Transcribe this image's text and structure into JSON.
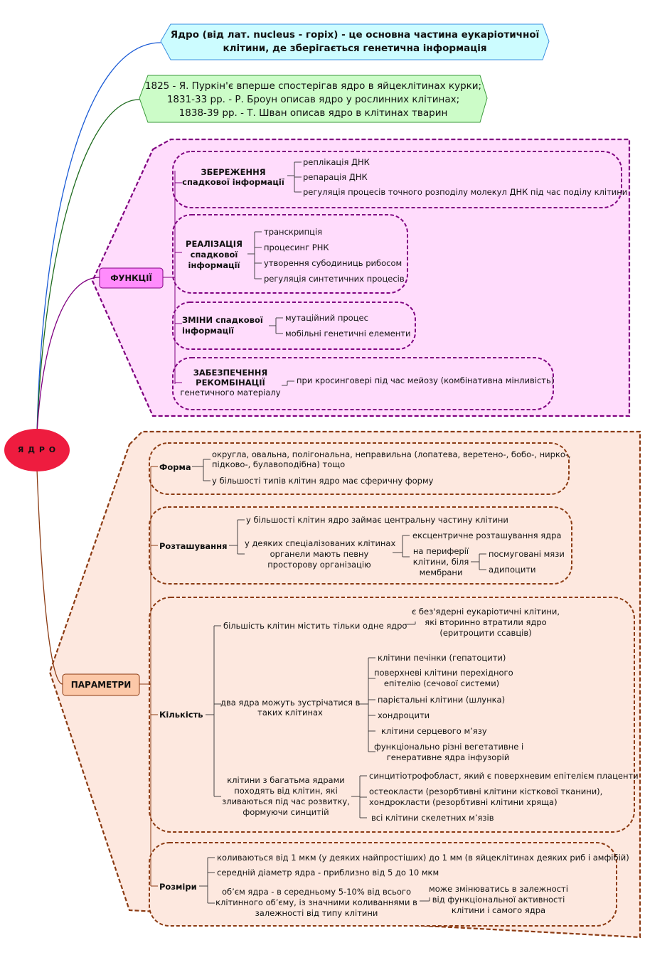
{
  "root": {
    "label": "Я Д Р О"
  },
  "definition": {
    "line1": "Ядро (від лат. nucleus - горіх) - це основна частина еукаріотичної",
    "line2": "клітини, де зберігається генетична інформація"
  },
  "history": {
    "line1": "1825 - Я. Пуркін'є вперше спостерігав ядро в яйцеклітинах курки;",
    "line2": "1831-33 рр. - Р. Броун описав ядро у рослинних клітинах;",
    "line3": "1838-39 рр. - Т. Шван описав ядро в клітинах тварин"
  },
  "functions": {
    "label": "ФУНКЦІЇ",
    "storage": {
      "title1": "ЗБЕРЕЖЕННЯ",
      "title2": "спадкової інформації",
      "items": [
        "реплікація ДНК",
        "репарація ДНК",
        "регуляція процесів точного розподілу молекул ДНК під час поділу клітини"
      ]
    },
    "realization": {
      "title1": "РЕАЛІЗАЦІЯ",
      "title2": "спадкової",
      "title3": "інформації",
      "items": [
        "транскрипція",
        "процесинг РНК",
        "утворення субодиниць рибосом",
        "регуляція синтетичних процесів"
      ]
    },
    "changes": {
      "title1": "ЗМІНИ спадкової",
      "title2": "інформації",
      "items": [
        "мутаційний процес",
        "мобільні генетичні елементи"
      ]
    },
    "recombination": {
      "title1": "ЗАБЕЗПЕЧЕННЯ",
      "title2": "РЕКОМБІНАЦІЇ",
      "title3": "генетичного матеріалу",
      "items": [
        "при кросинговері під час мейозу (комбінативна мінливість)"
      ]
    }
  },
  "parameters": {
    "label": "ПАРАМЕТРИ",
    "shape": {
      "label": "Форма",
      "item1_line1": "округла, овальна, полігональна, неправильна (лопатева, веретено-, бобо-, нирко-,",
      "item1_line2": "підково-, булавоподібна) тощо",
      "item2": "у більшості типів клітин ядро має сферичну форму"
    },
    "location": {
      "label": "Розташування",
      "item1": "у більшості клітин ядро займає центральну частину клітини",
      "item2_line1": "у деяких спеціалізованих клітинах",
      "item2_line2": "органели мають певну",
      "item2_line3": "просторову організацію",
      "eccentric": "ексцентричне розташування ядра",
      "periphery_line1": "на периферії",
      "periphery_line2": "клітини, біля",
      "periphery_line3": "мембрани",
      "striated": "посмуговані мязи",
      "adipocytes": "адипоцити"
    },
    "count": {
      "label": "Кількість",
      "one": "більшість клітин містить тільки одне ядро",
      "anuclear_line1": "є без'ядерні еукаріотичні клітини,",
      "anuclear_line2": "які вторинно втратили ядро",
      "anuclear_line3": "(еритроцити ссавців)",
      "two_line1": "два ядра можуть зустрічатися в",
      "two_line2": "таких клітинах",
      "two_items": {
        "hepatocytes": "клітини печінки (гепатоцити)",
        "epithelium_line1": "поверхневі клітини перехідного",
        "epithelium_line2": "епітелію (сечової системи)",
        "parietal": "парієтальні клітини (шлунка)",
        "chondrocytes": "хондроцити",
        "heart": "клітини серцевого м’язу",
        "infusoria_line1": "функціонально різні вегетативне і",
        "infusoria_line2": "генеративне ядра інфузорій"
      },
      "many_line1": "клітини з багатьма ядрами",
      "many_line2": "походять від клітин, які",
      "many_line3": "зливаються під час розвитку,",
      "many_line4": "формуючи синцитій",
      "many_items": {
        "syncytio": "синцитіотрофобласт, який є поверхневим епітелієм плаценти",
        "osteo_line1": "остеокласти (резорбтивні клітини кісткової тканини),",
        "osteo_line2": "хондрокласти (резорбтивні клітини хряща)",
        "muscle": "всі клітини  скелетних м’язів"
      }
    },
    "size": {
      "label": "Розміри",
      "item1": "коливаються від 1 мкм (у деяких найпростіших) до 1 мм (в яйцеклітинах деяких риб і амфібій)",
      "item2": "середній діаметр ядра - приблизно від 5 до 10 мкм",
      "item3_line1": "об’єм ядра - в середньому 5-10% від всього",
      "item3_line2": "клітинного об’єму, із значними коливаннями в",
      "item3_line3": "залежності від типу клітини",
      "note_line1": "може змінюватись в залежності",
      "note_line2": "від функціональної активності",
      "note_line3": "клітини і самого ядра"
    }
  },
  "colors": {
    "root": "#ee1c3f",
    "definition": "#ccfcff",
    "history": "#ccfccc",
    "functions_area": "#ffdcfc",
    "functions_border": "#800080",
    "parameters_area": "#fde8df",
    "parameters_border": "#8b3a12",
    "line_blue": "#1a5bd6",
    "line_green": "#1e6b1e",
    "line_purple": "#800080",
    "line_brown": "#8b3a12"
  }
}
